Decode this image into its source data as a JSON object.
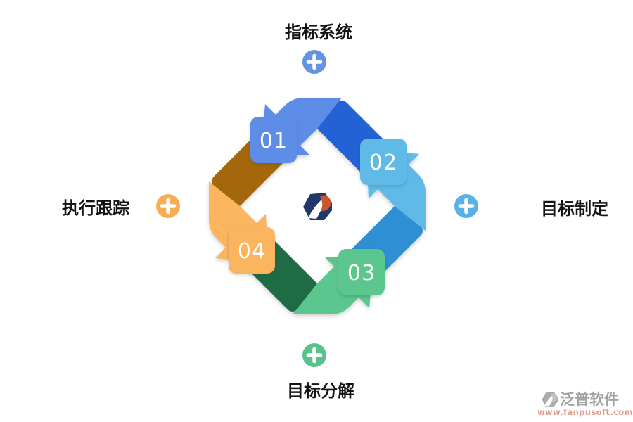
{
  "diagram": {
    "nodes": [
      {
        "position": "top",
        "label": "指标系统",
        "plus_color": "#6494e0"
      },
      {
        "position": "right",
        "label": "目标制定",
        "plus_color": "#59b2e5"
      },
      {
        "position": "bottom",
        "label": "目标分解",
        "plus_color": "#58c28d"
      },
      {
        "position": "left",
        "label": "执行跟踪",
        "plus_color": "#f8ac54"
      }
    ],
    "steps": [
      {
        "number": "01",
        "light": "#5e8de8",
        "dark": "#2262d4"
      },
      {
        "number": "02",
        "light": "#5fbae8",
        "dark": "#2e8fd5"
      },
      {
        "number": "03",
        "light": "#5bc78f",
        "dark": "#1e6b46"
      },
      {
        "number": "04",
        "light": "#fab55e",
        "dark": "#a5670b"
      }
    ],
    "logo": {
      "navy": "#20386a",
      "orange": "#c8572b",
      "swoosh": "#ffffff"
    }
  },
  "watermark": {
    "brand": "泛普软件",
    "url": "www.fanpusoft.com",
    "brand_color": "#a2a2a2",
    "url_color": "#e29a8b",
    "glyph_color": "#ababab",
    "glyph_accent": "#c2c2c2",
    "glyph_swoosh": "#ffffff"
  }
}
